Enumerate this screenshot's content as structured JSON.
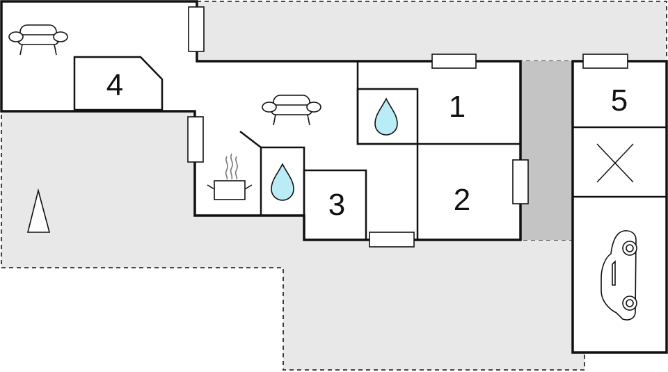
{
  "rooms": {
    "r1": "1",
    "r2": "2",
    "r3": "3",
    "r4": "4",
    "r5": "5"
  },
  "colors": {
    "terrace": "#e8e8e8",
    "passage": "#c4c4c4",
    "wall": "#111111",
    "water": "#b9ecf5"
  },
  "icons": [
    "sofa-icon",
    "water-drop-icon",
    "cooking-pot-icon",
    "north-arrow-icon",
    "car-icon",
    "cross-icon"
  ]
}
